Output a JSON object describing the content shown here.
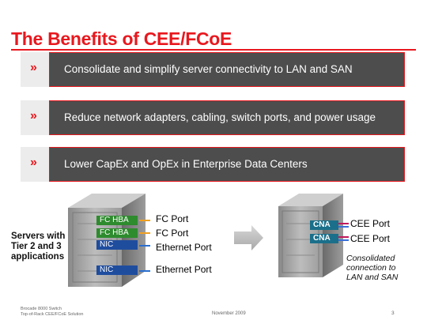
{
  "title": "The Benefits of CEE/FCoE",
  "benefits": [
    {
      "text": "Consolidate and simplify server connectivity to LAN and SAN"
    },
    {
      "text": "Reduce network adapters, cabling, switch ports, and power usage"
    },
    {
      "text": "Lower CapEx and OpEx in Enterprise Data Centers"
    }
  ],
  "chevron": "»",
  "left_server": {
    "caption": [
      "Servers with",
      "Tier 2 and 3",
      "applications"
    ],
    "adapters": [
      {
        "tag": "FC HBA",
        "port": "FC Port"
      },
      {
        "tag": "FC HBA",
        "port": "FC Port"
      },
      {
        "tag": "NIC",
        "port": "Ethernet Port"
      },
      {
        "tag": "NIC",
        "port": "Ethernet Port"
      }
    ]
  },
  "right_server": {
    "adapters": [
      {
        "tag": "CNA",
        "port": "CEE Port"
      },
      {
        "tag": "CNA",
        "port": "CEE Port"
      }
    ],
    "caption": [
      "Consolidated",
      "connection to",
      "LAN and SAN"
    ]
  },
  "footer": {
    "left_line1": "Brocade 8000 Switch",
    "left_line2": "Top-of-Rack CEE/FCoE Solution",
    "date": "November 2009",
    "page": "3"
  },
  "colors": {
    "accent": "#e8181e",
    "bar": "#4d4d4d",
    "fc": "#2e8b2e",
    "nic": "#1f4d9e",
    "cna": "#1b6f8a"
  }
}
